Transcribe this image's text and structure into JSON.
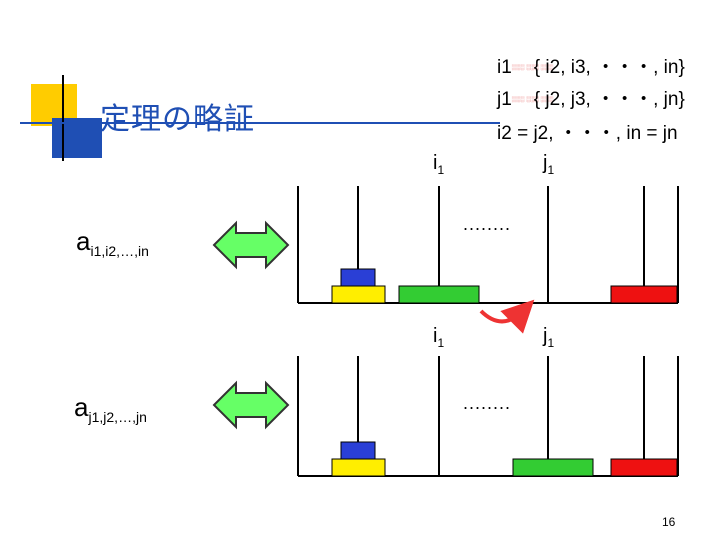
{
  "slide": {
    "title": "定理の略証",
    "page_number": "16"
  },
  "conditions": {
    "line1": {
      "lead": "i1",
      "rest": "{ i2, i3, ・・・, in}"
    },
    "line2": {
      "lead": "j1",
      "rest": "{ j2, j3, ・・・, jn}"
    },
    "line3": "i2 = j2, ・・・, in = jn"
  },
  "top_diagram": {
    "label_i": "i",
    "label_i_sub": "1",
    "label_j": "j",
    "label_j_sub": "1",
    "ellipsis": "........",
    "state_label": {
      "base": "a",
      "subs": [
        "i1",
        "i2",
        "in"
      ],
      "sep": ",",
      "dots": "…"
    }
  },
  "bottom_diagram": {
    "label_i": "i",
    "label_i_sub": "1",
    "label_j": "j",
    "label_j_sub": "1",
    "ellipsis": "........",
    "state_label": {
      "base": "a",
      "subs": [
        "j1",
        "j2",
        "jn"
      ],
      "sep": ",",
      "dots": "…"
    }
  },
  "colors": {
    "title": "#1f4fb4",
    "disk_blue": "#2a3fd6",
    "disk_yellow": "#ffee00",
    "disk_green": "#33cc33",
    "disk_red": "#ee1111",
    "arrow_fill": "#66ff66",
    "move_arrow": "#ee3333"
  }
}
